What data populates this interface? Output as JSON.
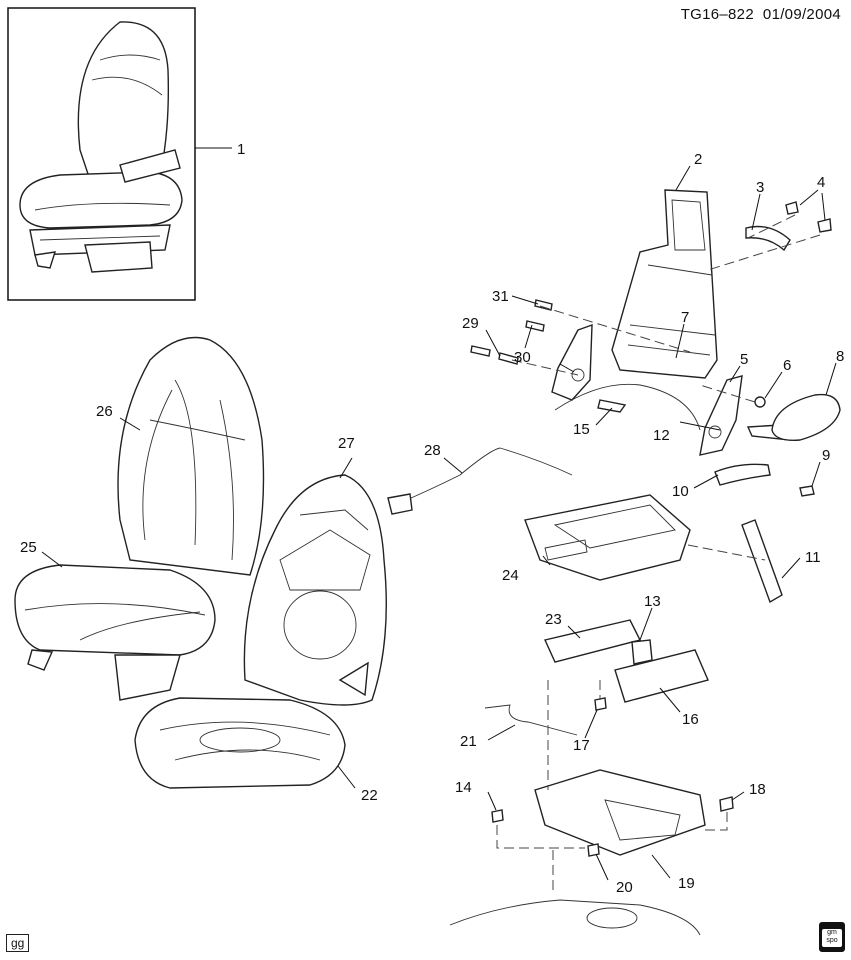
{
  "header": {
    "drawing_id": "TG16–822",
    "date": "01/09/2004"
  },
  "footer": {
    "tag": "gg",
    "logo_text": "gm spo"
  },
  "callouts": [
    "1",
    "2",
    "3",
    "4",
    "5",
    "6",
    "7",
    "8",
    "9",
    "10",
    "11",
    "12",
    "13",
    "14",
    "15",
    "16",
    "17",
    "18",
    "19",
    "20",
    "21",
    "22",
    "23",
    "24",
    "25",
    "26",
    "27",
    "28",
    "29",
    "30",
    "31"
  ]
}
